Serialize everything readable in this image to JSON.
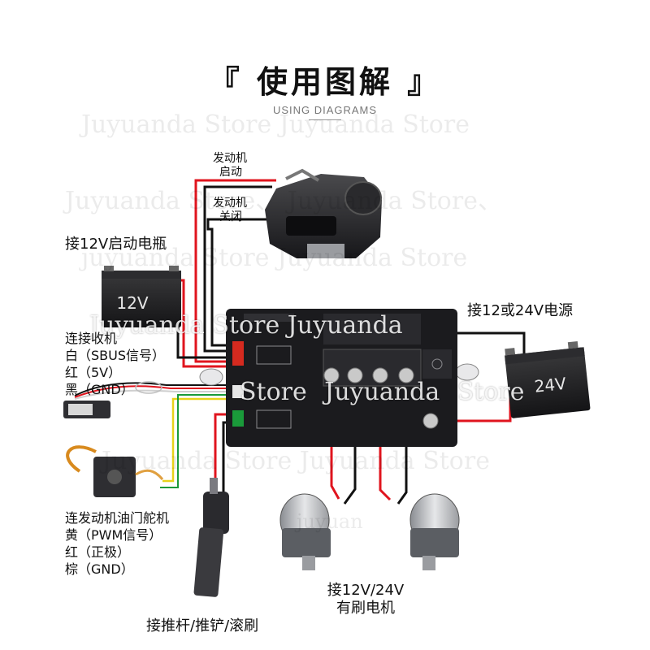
{
  "header": {
    "title": "『 使用图解 』",
    "subtitle": "USING DIAGRAMS"
  },
  "labels": {
    "engine_start": [
      "发动机",
      "启动"
    ],
    "engine_stop": [
      "发动机",
      "关闭"
    ],
    "battery_12v": "接12V启动电瓶",
    "power_12_24": "接12或24V电源",
    "receiver": [
      "连接收机",
      "白（SBUS信号）",
      "红（5V）",
      "黑（GND）"
    ],
    "servo": [
      "连发动机油门舵机",
      "黄（PWM信号）",
      "红（正极）",
      "棕（GND）"
    ],
    "motor": [
      "接12V/24V",
      "有刷电机"
    ],
    "actuator": "接推杆/推铲/滚刷",
    "battery_left_mark": "12V",
    "battery_right_mark": "24V"
  },
  "watermarks": [
    "Juyuanda Store   Juyuanda Store",
    "Juyuanda Store、 Juyuanda Store、",
    "juyuanda Store  Juyuanda Store",
    "Juyuanda Store  Juyuanda",
    "Store  Juyuanda  Store",
    "Juyuanda Store  Juyuanda Store",
    "juyuan"
  ],
  "colors": {
    "wire_red": "#e0141e",
    "wire_black": "#111111",
    "wire_yellow": "#e8d21a",
    "wire_white": "#f2f2f2",
    "wire_green": "#1a9a3a",
    "controller_body": "#1b1b1e",
    "terminal": "#c9c9c9"
  }
}
